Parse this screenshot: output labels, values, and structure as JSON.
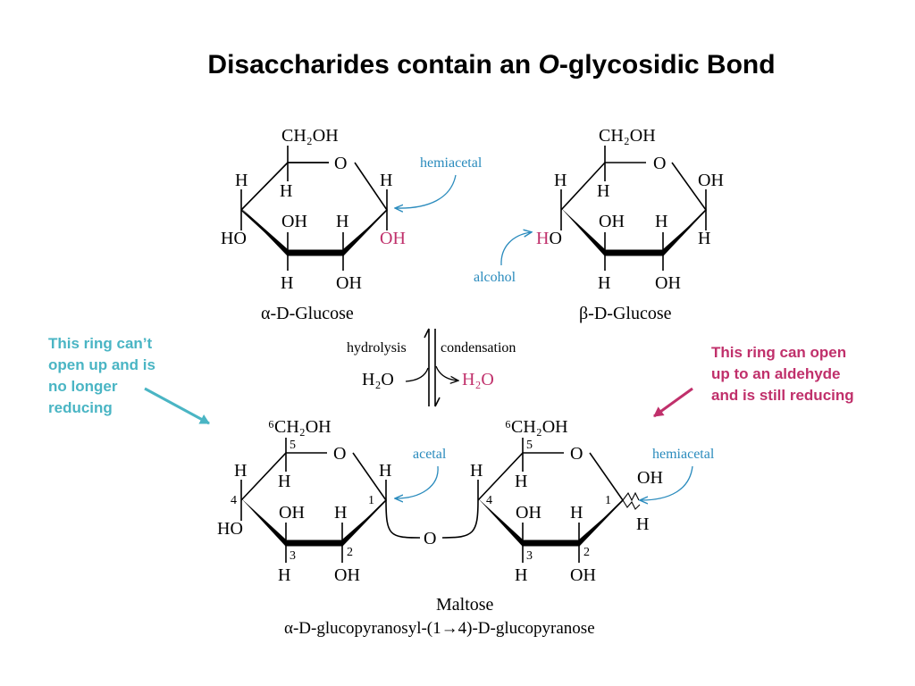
{
  "title": {
    "before": "Disaccharides contain an ",
    "italic": "O",
    "after": "-glycosidic Bond"
  },
  "notes": {
    "left": "This ring can’t\nopen up and is\nno longer\nreducing",
    "right": "This ring can open\nup to an aldehyde\nand is still reducing"
  },
  "colors": {
    "teal": "#4ab5c4",
    "magenta": "#c0306b",
    "label_blue": "#2a8bbd",
    "title": "#000000"
  },
  "top": {
    "alpha": {
      "ch2oh": "CH₂OH",
      "o": "O",
      "h_c5": "H",
      "h_c4": "H",
      "h_c1": "H",
      "ho": "HO",
      "oh_c3": "OH",
      "h_c2": "H",
      "oh_c1": "OH",
      "h_c3": "H",
      "oh_c2": "OH",
      "name": "α-D-Glucose"
    },
    "beta": {
      "ch2oh": "CH₂OH",
      "o": "O",
      "h_c5": "H",
      "h_c4": "H",
      "oh_c1": "OH",
      "h_prefix": "H",
      "o_suffix": "O",
      "oh_c3": "OH",
      "h_c2": "H",
      "h_c1": "H",
      "h_c3": "H",
      "oh_c2": "OH",
      "name": "β-D-Glucose"
    },
    "hemiacetal": "hemiacetal",
    "alcohol": "alcohol"
  },
  "reaction": {
    "hydrolysis": "hydrolysis",
    "condensation": "condensation",
    "water_left": "H₂O",
    "water_right": "H₂O"
  },
  "bottom": {
    "left": {
      "ch2oh": "⁶CH₂OH",
      "o": "O",
      "h_c5": "H",
      "h_c4": "H",
      "h_c1": "H",
      "ho": "HO",
      "oh_c3": "OH",
      "h_c2": "H",
      "h_c3": "H",
      "oh_c2": "OH",
      "n5": "5",
      "n4": "4",
      "n1": "1",
      "n3": "3",
      "n2": "2"
    },
    "right": {
      "ch2oh": "⁶CH₂OH",
      "o": "O",
      "h_left": "H",
      "h_c4": "H",
      "oh_c1": "OH",
      "oh_c3": "OH",
      "h_c2": "H",
      "h_c1": "H",
      "h_c3": "H",
      "oh_c2": "OH",
      "n5": "5",
      "n4": "4",
      "n1": "1",
      "n3": "3",
      "n2": "2"
    },
    "bridge_o": "O",
    "acetal": "acetal",
    "hemiacetal": "hemiacetal",
    "name": "Maltose",
    "systematic": "α-D-glucopyranosyl-(1→4)-D-glucopyranose"
  }
}
